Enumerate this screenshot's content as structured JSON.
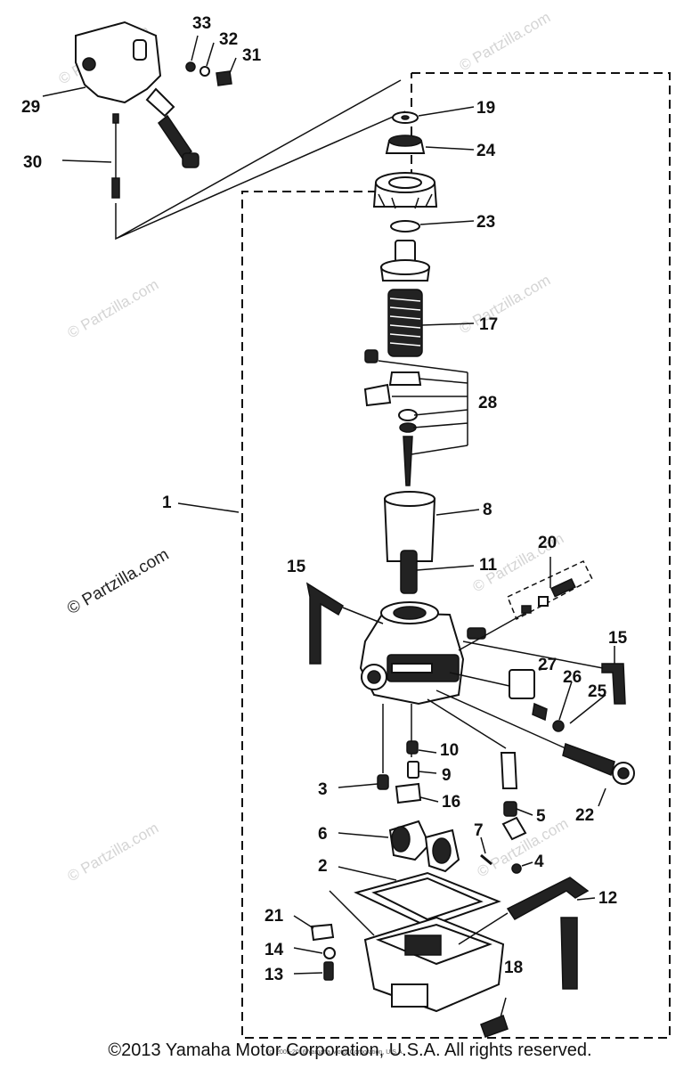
{
  "diagram": {
    "labels": {
      "l1": "1",
      "l2": "2",
      "l3": "3",
      "l4": "4",
      "l5": "5",
      "l6": "6",
      "l7": "7",
      "l8": "8",
      "l9": "9",
      "l10": "10",
      "l11": "11",
      "l12": "12",
      "l13": "13",
      "l14": "14",
      "l15a": "15",
      "l15b": "15",
      "l16": "16",
      "l17": "17",
      "l18": "18",
      "l19": "19",
      "l20": "20",
      "l21": "21",
      "l22": "22",
      "l23": "23",
      "l24": "24",
      "l25": "25",
      "l26": "26",
      "l27": "27",
      "l28": "28",
      "l29": "29",
      "l30": "30",
      "l31": "31",
      "l32": "32",
      "l33": "33"
    },
    "watermark": "© Partzilla.com",
    "small_credit": "(c) 2005-2016 Yamaha Motor Corporation, U.S.A."
  },
  "footer": {
    "copyright": "©2013 Yamaha Motor Corporation, U.S.A. All rights reserved."
  }
}
